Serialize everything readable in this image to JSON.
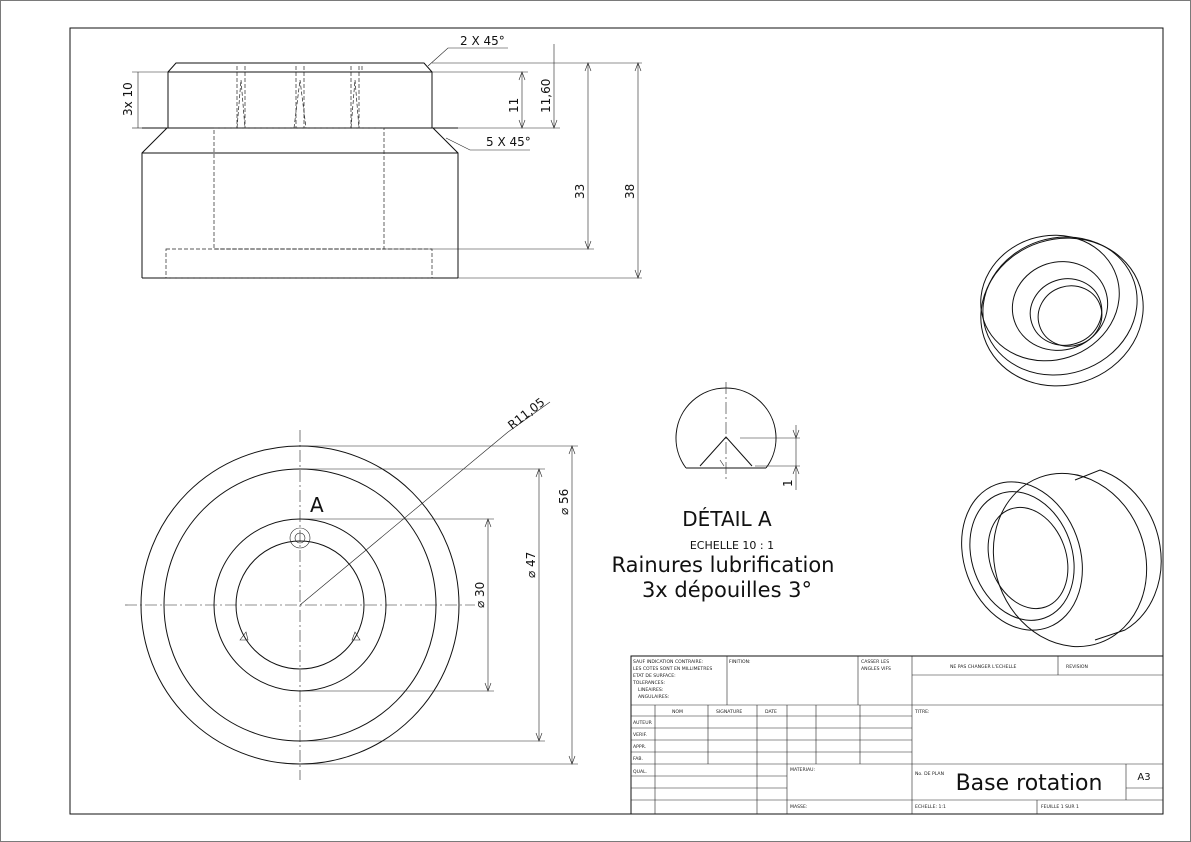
{
  "drawing": {
    "dimensions": {
      "chamfer_top": "2 X 45°",
      "chamfer_bottom": "5 X 45°",
      "groove_depth_count": "3x 10",
      "h11": "11",
      "h11_60": "11,60",
      "h33": "33",
      "h38": "38",
      "radius": "R11,05",
      "dia56": "⌀ 56",
      "dia47": "⌀ 47",
      "dia30": "⌀ 30",
      "detail_depth": "1"
    },
    "detail_marker": "A",
    "detail": {
      "title": "DÉTAIL A",
      "scale": "ECHELLE  10 : 1"
    },
    "notes": {
      "line1": "Rainures lubrification",
      "line2": "3x dépouilles 3°"
    }
  },
  "title_block": {
    "general_tolerance": [
      "SAUF INDICATION CONTRAIRE:",
      "LES COTES SONT EN MILLIMETRES",
      "ETAT DE SURFACE:",
      "TOLERANCES:",
      "LINEAIRES:",
      "ANGULAIRES:"
    ],
    "finish": "FINITION:",
    "break_edges": [
      "CASSER LES",
      "ANGLES VIFS"
    ],
    "no_scale": "NE PAS CHANGER L'ECHELLE",
    "revision": "REVISION",
    "col_nom": "NOM",
    "col_signature": "SIGNATURE",
    "col_date": "DATE",
    "title_label": "TITRE:",
    "rows": [
      "AUTEUR",
      "VERIF.",
      "APPR.",
      "FAB.",
      "QUAL."
    ],
    "material": "MATERIAU:",
    "drawing_no_label": "No. DE PLAN",
    "part_name": "Base rotation",
    "size": "A3",
    "mass": "MASSE:",
    "scale": "ECHELLE: 1:1",
    "sheet": "FEUILLE 1 SUR 1"
  }
}
